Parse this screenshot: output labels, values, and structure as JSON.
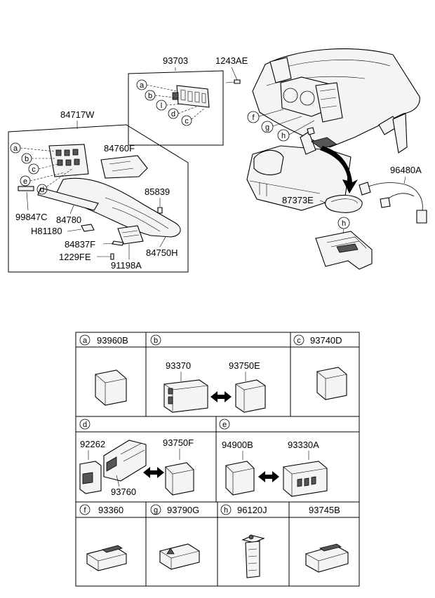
{
  "callouts": {
    "p93703": "93703",
    "p1243AE": "1243AE",
    "p84717W": "84717W",
    "p84760F": "84760F",
    "p85839": "85839",
    "p99847C": "99847C",
    "p84780": "84780",
    "pH81180": "H81180",
    "p84837F": "84837F",
    "p1229FE": "1229FE",
    "p91198A": "91198A",
    "p84750H": "84750H",
    "p96480A": "96480A",
    "p87373E": "87373E"
  },
  "letters": {
    "a": "a",
    "b": "b",
    "c": "c",
    "d": "d",
    "e": "e",
    "f": "f",
    "g": "g",
    "h": "h",
    "l": "l"
  },
  "table": {
    "a_part": "93960B",
    "c_part": "93740D",
    "b_left": "93370",
    "b_right": "93750E",
    "d_left1": "92262",
    "d_left2": "93760",
    "d_right": "93750F",
    "e_left": "94900B",
    "e_right": "93330A",
    "f_part": "93360",
    "g_part": "93790G",
    "h_part": "96120J",
    "x_part": "93745B"
  }
}
